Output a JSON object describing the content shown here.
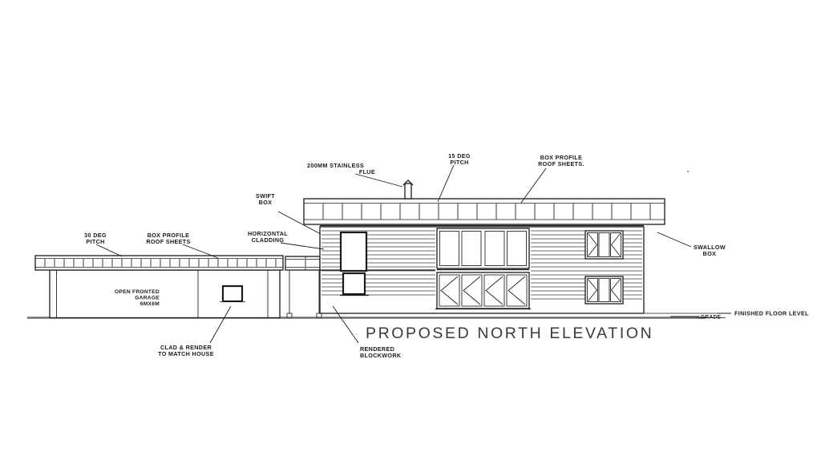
{
  "sheet": {
    "title": "PROPOSED NORTH ELEVATION",
    "background": "#ffffff",
    "line_color": "#1b1b1b",
    "ground_color": "#6f6f6f"
  },
  "annotations": {
    "pitch_30": "30 DEG\nPITCH",
    "pitch_30_l1": "30 DEG",
    "pitch_30_l2": "PITCH",
    "box_profile_left_l1": "BOX PROFILE",
    "box_profile_left_l2": "ROOF SHEETS",
    "horizontal_cladding_l1": "HORIZONTAL",
    "horizontal_cladding_l2": "CLADDING",
    "swift_box_l1": "SWIFT",
    "swift_box_l2": "BOX",
    "flue_l1": "200MM STAINLESS",
    "flue_l2": "FLUE",
    "pitch_15_l1": "15 DEG",
    "pitch_15_l2": "PITCH",
    "box_profile_right_l1": "BOX PROFILE",
    "box_profile_right_l2": "ROOF SHEETS.",
    "swallow_box_l1": "SWALLOW",
    "swallow_box_l2": "BOX",
    "garage_l1": "OPEN FRONTED",
    "garage_l2": "GARAGE",
    "garage_l3": "6MX6M",
    "clad_render_l1": "CLAD & RENDER",
    "clad_render_l2": "TO MATCH HOUSE",
    "rendered_blockwork_l1": "RENDERED",
    "rendered_blockwork_l2": "BLOCKWORK",
    "grade": "GRADE",
    "finished_floor_level": "FINISHED FLOOR LEVEL"
  },
  "elements": {
    "garage_block": "open-fronted-garage",
    "link_block": "glazed-link",
    "main_block": "main-house",
    "flue": "stainless-flue",
    "ground_line": "grade-line",
    "ffl_line": "finished-floor-level-line"
  }
}
